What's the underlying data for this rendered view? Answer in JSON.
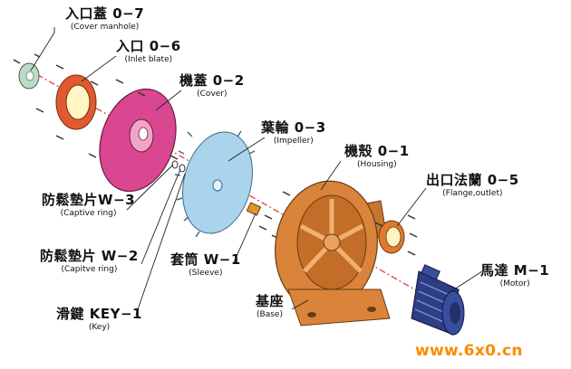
{
  "callouts": {
    "cover_manhole": {
      "zh": "入口蓋 0−7",
      "en": "(Cover manhole)"
    },
    "inlet_plate": {
      "zh": "入口 0−6",
      "en": "(Inlet blate)"
    },
    "cover": {
      "zh": "機蓋 0−2",
      "en": "(Cover)"
    },
    "impeller": {
      "zh": "葉輪 0−3",
      "en": "(Impeller)"
    },
    "housing": {
      "zh": "機殼 0−1",
      "en": "(Housing)"
    },
    "flange_outlet": {
      "zh": "出口法蘭 0−5",
      "en": "(Flange,outlet)"
    },
    "captive_ring_w3": {
      "zh": "防鬆墊片W−3",
      "en": "(Captive ring)"
    },
    "captive_ring_w2": {
      "zh": "防鬆墊片 W−2",
      "en": "(Capitve ring)"
    },
    "sleeve": {
      "zh": "套筒 W−1",
      "en": "(Sleeve)"
    },
    "motor": {
      "zh": "馬達 M−1",
      "en": "(Motor)"
    },
    "key": {
      "zh": "滑鍵 KEY−1",
      "en": "(Key)"
    },
    "base": {
      "zh": "基座",
      "en": "(Base)"
    }
  },
  "watermark": "www.6x0.cn",
  "colors": {
    "cover_manhole": "#b9dcc4",
    "inlet_plate": "#e05a30",
    "cover": "#d94790",
    "impeller": "#a9d4ec",
    "housing": "#d9843a",
    "flange": "#e07a30",
    "motor": "#3a4ea0",
    "axis_line": "#e03030",
    "watermark": "#ff8a00"
  }
}
